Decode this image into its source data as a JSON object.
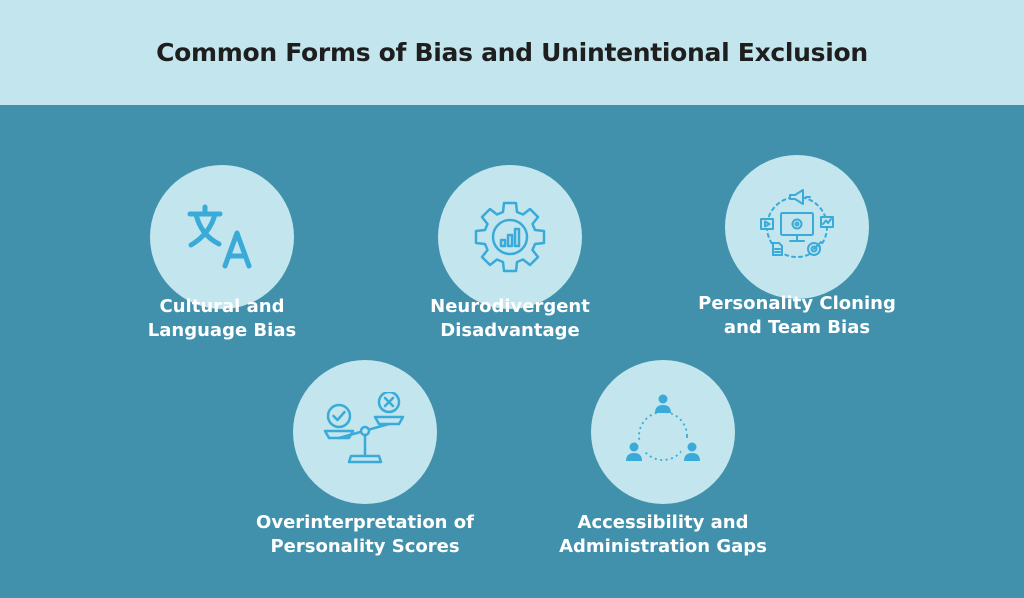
{
  "title": "Common Forms of Bias and Unintentional Exclusion",
  "colors": {
    "background": "#4191ad",
    "header_band": "#c2e5ee",
    "circle": "#c2e5ee",
    "icon": "#3aaad8",
    "label": "#ffffff"
  },
  "items": [
    {
      "icon": "translate-icon",
      "label_line1": "Cultural and",
      "label_line2": "Language Bias"
    },
    {
      "icon": "gear-chart-icon",
      "label_line1": "Neurodivergent",
      "label_line2": "Disadvantage"
    },
    {
      "icon": "marketing-monitor-icon",
      "label_line1": "Personality Cloning",
      "label_line2": "and Team Bias"
    },
    {
      "icon": "balance-scale-icon",
      "label_line1": "Overinterpretation of",
      "label_line2": "Personality Scores"
    },
    {
      "icon": "network-people-icon",
      "label_line1": "Accessibility and",
      "label_line2": "Administration Gaps"
    }
  ]
}
